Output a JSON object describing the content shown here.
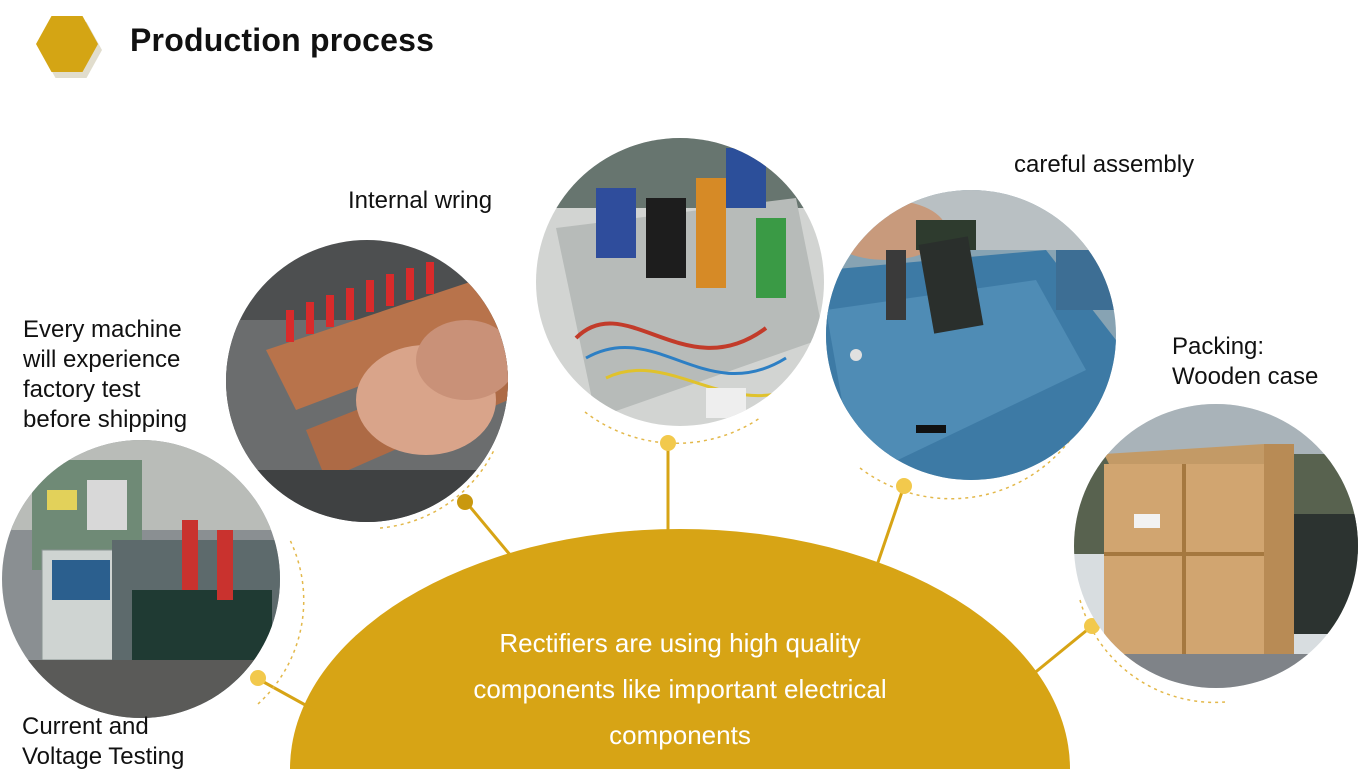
{
  "title": "Production process",
  "labels": {
    "internal_wiring": "Internal wring",
    "careful_assembly": "careful assembly",
    "factory_test": [
      "Every machine",
      "will experience",
      "factory test",
      "before shipping"
    ],
    "packing": [
      "Packing:",
      "Wooden case"
    ],
    "current_voltage": [
      "Current and",
      "Voltage Testing"
    ]
  },
  "caption": [
    "Rectifiers are using high quality",
    "components like important electrical",
    "components"
  ],
  "colors": {
    "accent": "#d4a514",
    "hub": "#d7a415",
    "dot": "#f2c94c"
  },
  "photos": [
    "factory-test-photo",
    "internal-wiring-photo",
    "wiring-box-photo",
    "assembly-photo",
    "wooden-case-photo"
  ]
}
